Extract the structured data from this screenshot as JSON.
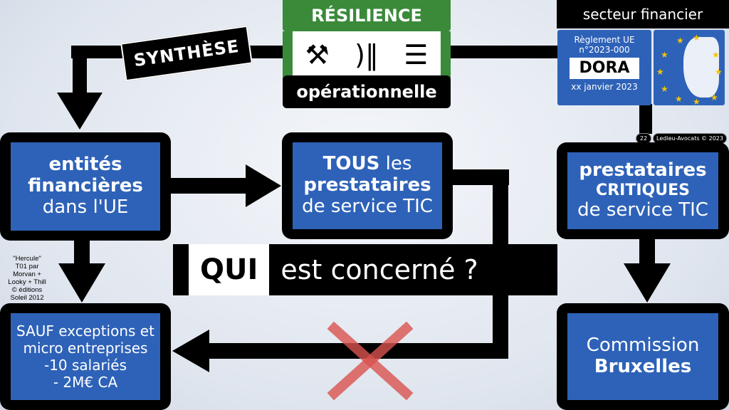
{
  "header": {
    "synthese": "SYNTHÈSE",
    "resilience_top": "RÉSILIENCE",
    "resilience_bottom": "opérationnelle",
    "sector": "secteur financier"
  },
  "regulation": {
    "line1": "Règlement UE",
    "line2": "n°2023-000",
    "name": "DORA",
    "date": "xx janvier 2023"
  },
  "footer": {
    "page": "22",
    "copyright": "Ledieu-Avocats © 2023"
  },
  "boxes": {
    "entities": {
      "l1": "entités",
      "l2": "financières",
      "l3": "dans l'UE"
    },
    "all": {
      "l1a": "TOUS",
      "l1b": " les",
      "l2": "prestataires",
      "l3": "de service TIC"
    },
    "critical": {
      "l1": "prestataires",
      "l2": "CRITIQUES",
      "l3": "de service TIC"
    },
    "exceptions": {
      "l1": "SAUF exceptions et",
      "l2": "micro entreprises",
      "l3": "-10 salariés",
      "l4": "- 2M€ CA"
    },
    "commission": {
      "l1": "Commission",
      "l2": "Bruxelles"
    }
  },
  "question": {
    "highlight": "QUI",
    "rest": "est concerné ?"
  },
  "credit": {
    "l1": "\"Hercule\"",
    "l2": "T01 par",
    "l3": "Morvan +",
    "l4": "Looky + Thill",
    "l5": "© éditions",
    "l6": "Soleil 2012"
  },
  "colors": {
    "blue": "#2e62b8",
    "green": "#3a8a3a",
    "red": "#d9534f"
  }
}
